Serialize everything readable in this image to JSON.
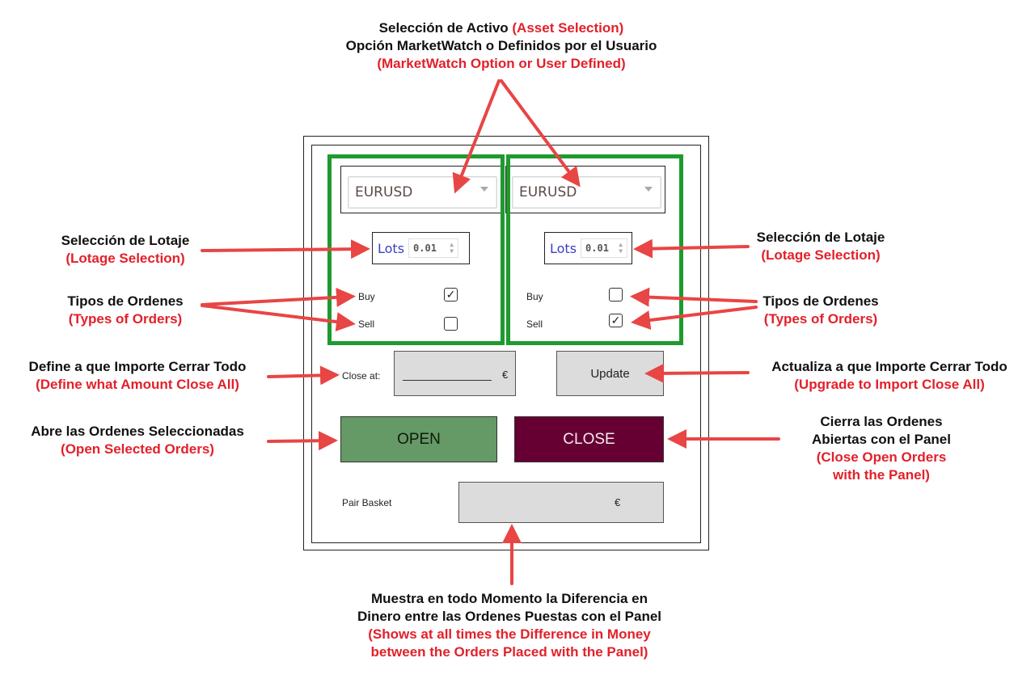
{
  "annotations": {
    "asset_selection": {
      "line1": "Selección de Activo",
      "line1_en": "(Asset Selection)",
      "line2": "Opción MarketWatch o Definidos por el Usuario",
      "line3_en": "(MarketWatch Option or User Defined)"
    },
    "lotage_left": {
      "es": "Selección de Lotaje",
      "en": "(Lotage Selection)"
    },
    "lotage_right": {
      "es": "Selección de Lotaje",
      "en": "(Lotage Selection)"
    },
    "orders_left": {
      "es": "Tipos de Ordenes",
      "en": "(Types of Orders)"
    },
    "orders_right": {
      "es": "Tipos de Ordenes",
      "en": "(Types of Orders)"
    },
    "close_at": {
      "es": "Define a que Importe Cerrar Todo",
      "en": "(Define what Amount Close All)"
    },
    "update": {
      "es": "Actualiza a que Importe Cerrar Todo",
      "en": "(Upgrade to Import Close All)"
    },
    "open": {
      "es": "Abre las Ordenes Seleccionadas",
      "en": "(Open Selected Orders)"
    },
    "close": {
      "es1": "Cierra las Ordenes",
      "es2": "Abiertas con el Panel",
      "en1": "(Close Open Orders",
      "en2": "with the Panel)"
    },
    "basket": {
      "es1": "Muestra en todo Momento la Diferencia en",
      "es2": "Dinero entre las Ordenes Puestas con el Panel",
      "en1": "(Shows at all times the Difference in Money",
      "en2": "between the Orders Placed with the Panel)"
    }
  },
  "panel": {
    "left": {
      "symbol": "EURUSD",
      "lots_label": "Lots",
      "lots_value": "0.01",
      "buy_label": "Buy",
      "sell_label": "Sell",
      "buy_checked": true,
      "sell_checked": false,
      "buy_mark": "✓",
      "sell_mark": ""
    },
    "right": {
      "symbol": "EURUSD",
      "lots_label": "Lots",
      "lots_value": "0.01",
      "buy_label": "Buy",
      "sell_label": "Sell",
      "buy_checked": false,
      "sell_checked": true,
      "buy_mark": "",
      "sell_mark": "✓"
    },
    "close_at_label": "Close at:",
    "close_at_value": "",
    "currency": "€",
    "update_label": "Update",
    "open_label": "OPEN",
    "close_label": "CLOSE",
    "pair_basket_label": "Pair Basket",
    "pair_basket_value": "",
    "colors": {
      "highlight": "#1f9a2e",
      "open_button": "#659965",
      "close_button": "#660033",
      "arrow": "#e84545"
    }
  }
}
